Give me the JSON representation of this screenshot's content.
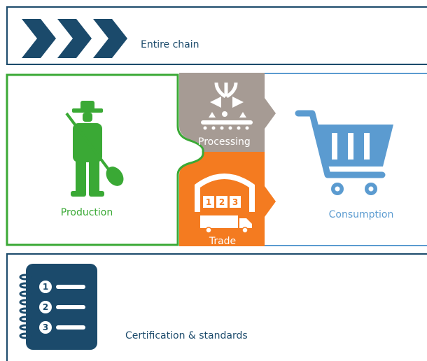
{
  "entire_chain": {
    "label": "Entire chain",
    "icon": "chevrons-icon",
    "color": "#1b4a6b"
  },
  "production": {
    "label": "Production",
    "icon": "farmer-icon",
    "color": "#3aa935"
  },
  "processing": {
    "label": "Processing",
    "icon": "conveyor-icon",
    "color": "#a69b94"
  },
  "trade": {
    "label": "Trade",
    "icon": "warehouse-truck-icon",
    "color": "#f47b20",
    "boxes": [
      "1",
      "2",
      "3"
    ]
  },
  "consumption": {
    "label": "Consumption",
    "icon": "shopping-cart-icon",
    "color": "#5b9bd0"
  },
  "certification": {
    "label": "Certification & standards",
    "icon": "numbered-notebook-icon",
    "color": "#1b4a6b",
    "items": [
      "1",
      "2",
      "3"
    ]
  }
}
